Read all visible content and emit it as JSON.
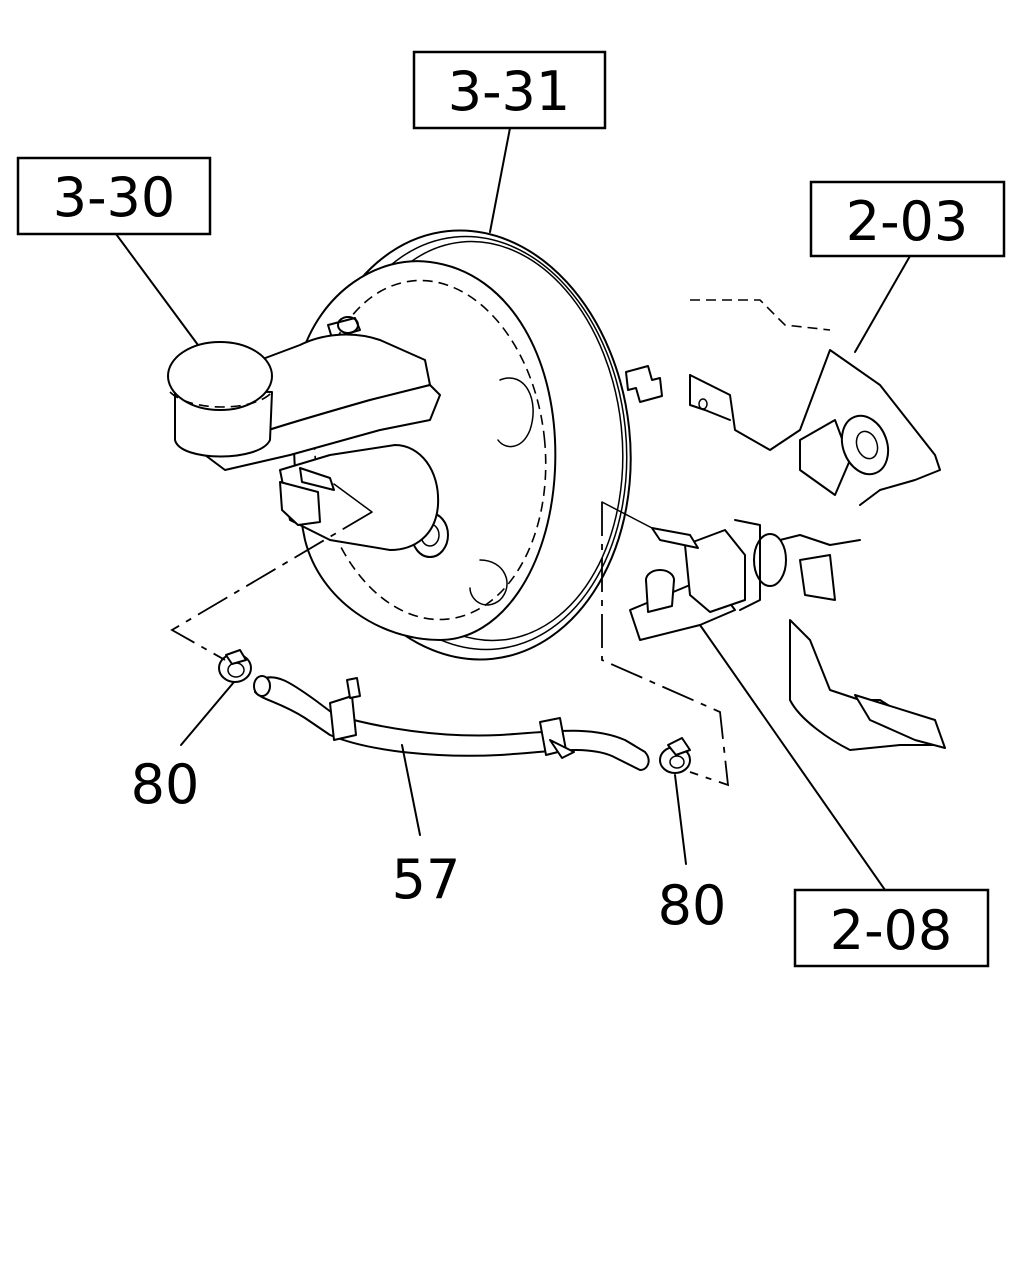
{
  "callouts": {
    "ref_3_31": "3-31",
    "ref_3_30": "3-30",
    "ref_2_03": "2-03",
    "ref_2_08": "2-08",
    "part_80_left": "80",
    "part_57": "57",
    "part_80_right": "80"
  },
  "colors": {
    "line": "#000000",
    "background": "#ffffff"
  }
}
